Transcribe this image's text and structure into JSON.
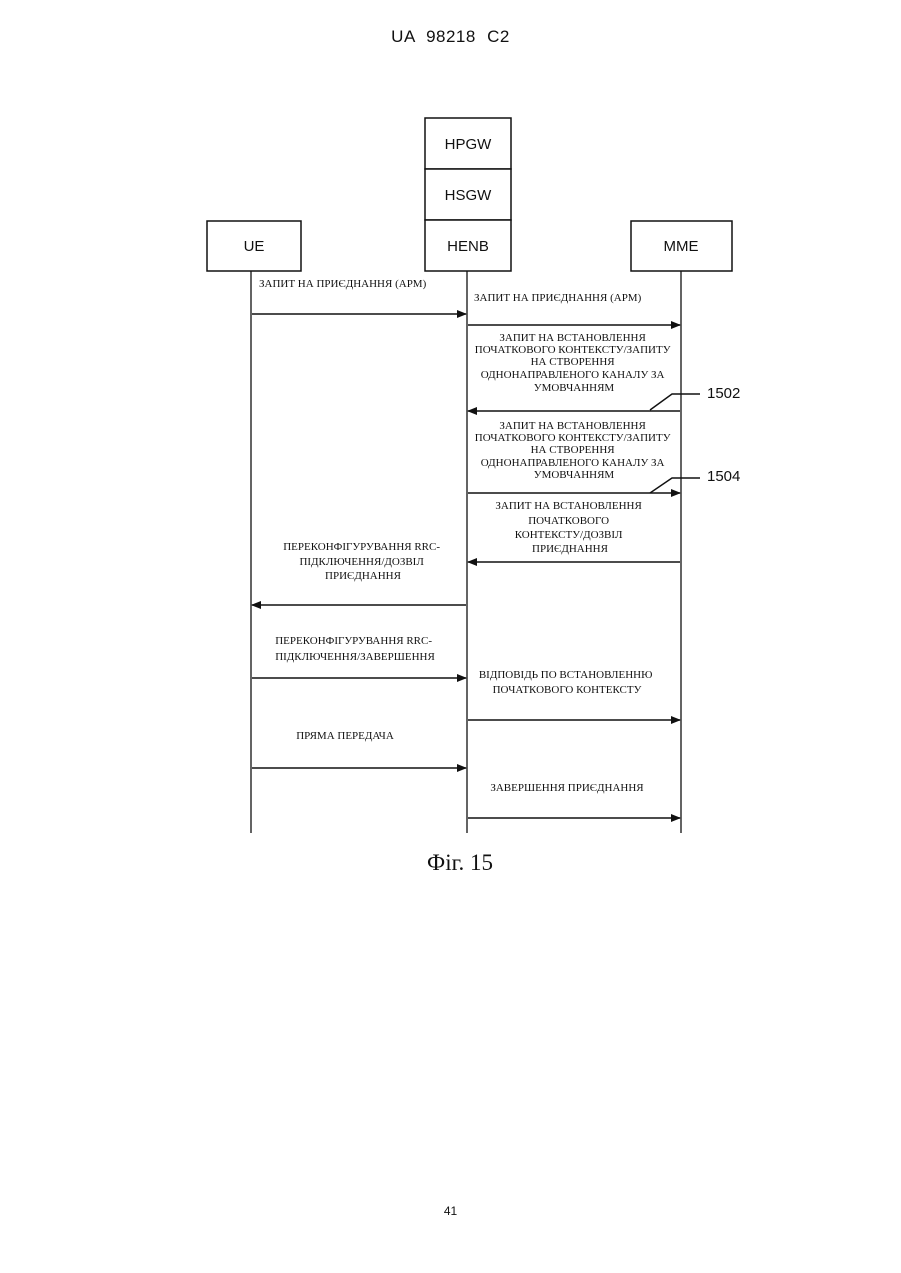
{
  "header": "UA 98218 C2",
  "page_number": "41",
  "caption": "Фіг. 15",
  "entities": {
    "hpgw": "HPGW",
    "hsgw": "HSGW",
    "henb": "HENB",
    "ue": "UE",
    "mme": "MME"
  },
  "refs": {
    "r1502": "1502",
    "r1504": "1504"
  },
  "messages": [
    {
      "lines": [
        "ЗАПИТ НА ПРИЄДНАННЯ (АРМ)"
      ],
      "from": "UE",
      "to": "HENB"
    },
    {
      "lines": [
        "ЗАПИТ НА ПРИЄДНАННЯ (АРМ)"
      ],
      "from": "HENB",
      "to": "MME"
    },
    {
      "lines": [
        "ЗАПИТ НА ВСТАНОВЛЕННЯ",
        "ПОЧАТКОВОГО КОНТЕКСТУ/ЗАПИТУ",
        "НА СТВОРЕННЯ",
        "ОДНОНАПРАВЛЕНОГО КАНАЛУ ЗА",
        "УМОВЧАННЯМ"
      ],
      "from": "MME",
      "to": "HENB",
      "ref": "1502"
    },
    {
      "lines": [
        "ЗАПИТ НА ВСТАНОВЛЕННЯ",
        "ПОЧАТКОВОГО КОНТЕКСТУ/ЗАПИТУ",
        "НА СТВОРЕННЯ",
        "ОДНОНАПРАВЛЕНОГО КАНАЛУ ЗА",
        "УМОВЧАННЯМ"
      ],
      "from": "HENB",
      "to": "MME",
      "ref": "1504"
    },
    {
      "lines": [
        "ЗАПИТ НА ВСТАНОВЛЕННЯ",
        "ПОЧАТКОВОГО",
        "КОНТЕКСТУ/ДОЗВІЛ",
        "ПРИЄДНАННЯ"
      ],
      "from": "MME",
      "to": "HENB"
    },
    {
      "lines": [
        "ПЕРЕКОНФІГУРУВАННЯ RRC-",
        "ПІДКЛЮЧЕННЯ/ДОЗВІЛ",
        "ПРИЄДНАННЯ"
      ],
      "from": "HENB",
      "to": "UE"
    },
    {
      "lines": [
        "ПЕРЕКОНФІГУРУВАННЯ RRC-",
        "ПІДКЛЮЧЕННЯ/ЗАВЕРШЕННЯ"
      ],
      "from": "UE",
      "to": "HENB"
    },
    {
      "lines": [
        "ВІДПОВІДЬ ПО ВСТАНОВЛЕННЮ",
        "ПОЧАТКОВОГО КОНТЕКСТУ"
      ],
      "from": "HENB",
      "to": "MME"
    },
    {
      "lines": [
        "ПРЯМА ПЕРЕДАЧА"
      ],
      "from": "UE",
      "to": "HENB"
    },
    {
      "lines": [
        "ЗАВЕРШЕННЯ ПРИЄДНАННЯ"
      ],
      "from": "HENB",
      "to": "MME"
    }
  ]
}
